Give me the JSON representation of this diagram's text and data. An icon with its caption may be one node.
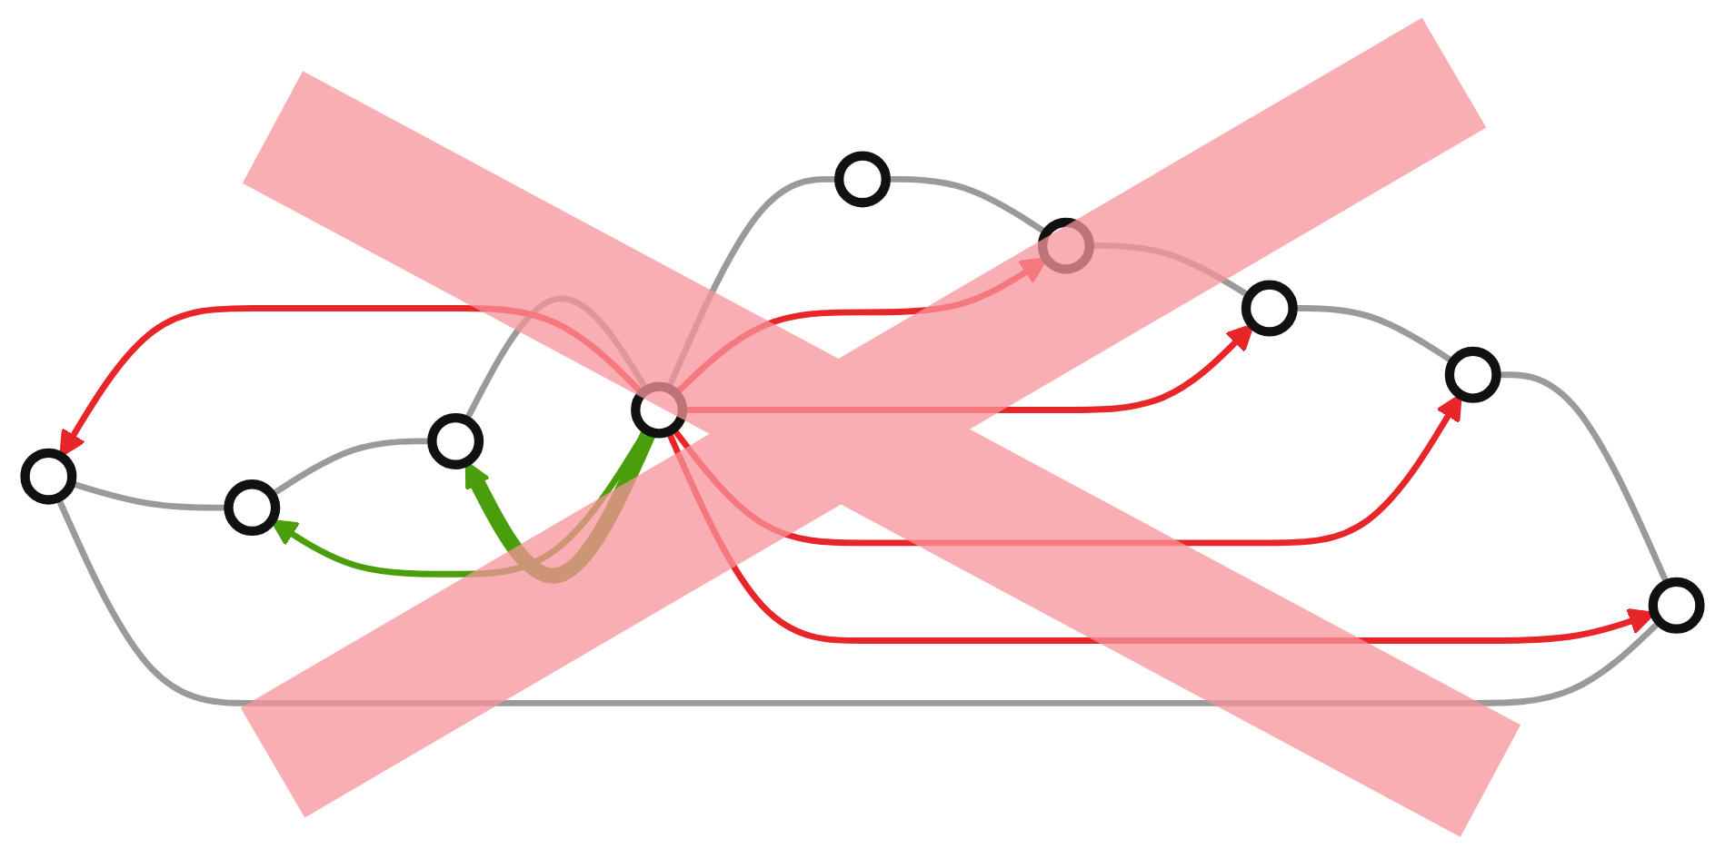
{
  "diagram": {
    "nodes": [
      {
        "text": [],
        "shape": "circle"
      },
      {
        "text": [],
        "shape": "circle"
      },
      {
        "text": [],
        "shape": "circle"
      },
      {
        "text": [],
        "shape": "circle"
      },
      {
        "text": [],
        "shape": "circle"
      },
      {
        "text": [],
        "shape": "circle"
      },
      {
        "text": [],
        "shape": "circle"
      },
      {
        "text": [],
        "shape": "circle"
      },
      {
        "text": [],
        "shape": "circle"
      }
    ],
    "edges": [
      {
        "from": 0,
        "to": 2,
        "arrow": "none"
      },
      {
        "from": 2,
        "to": 4,
        "arrow": "none"
      },
      {
        "from": 4,
        "to": 6,
        "arrow": "none"
      },
      {
        "from": 6,
        "to": 8,
        "arrow": "none"
      },
      {
        "from": 8,
        "to": 7,
        "arrow": "none"
      },
      {
        "from": 7,
        "to": 5,
        "arrow": "none"
      },
      {
        "from": 5,
        "to": 3,
        "arrow": "none"
      },
      {
        "from": 3,
        "to": 1,
        "arrow": "none"
      },
      {
        "from": 1,
        "to": 0,
        "arrow": "none"
      },
      {
        "from": 6,
        "to": 0,
        "arrow": "to",
        "color": "#e8262a"
      },
      {
        "from": 6,
        "to": 1,
        "arrow": "to",
        "color": "#e8262a"
      },
      {
        "from": 6,
        "to": 3,
        "arrow": "to",
        "color": "#e8262a"
      },
      {
        "from": 6,
        "to": 5,
        "arrow": "to",
        "color": "#e8262a"
      },
      {
        "from": 6,
        "to": 7,
        "arrow": "to",
        "color": "#e8262a"
      },
      {
        "from": 6,
        "to": 2,
        "arrow": "to",
        "color": "#4a9e0c"
      },
      {
        "from": 6,
        "to": 4,
        "arrow": "to",
        "style": "thick",
        "color": "#4a9e0c"
      }
    ]
  }
}
